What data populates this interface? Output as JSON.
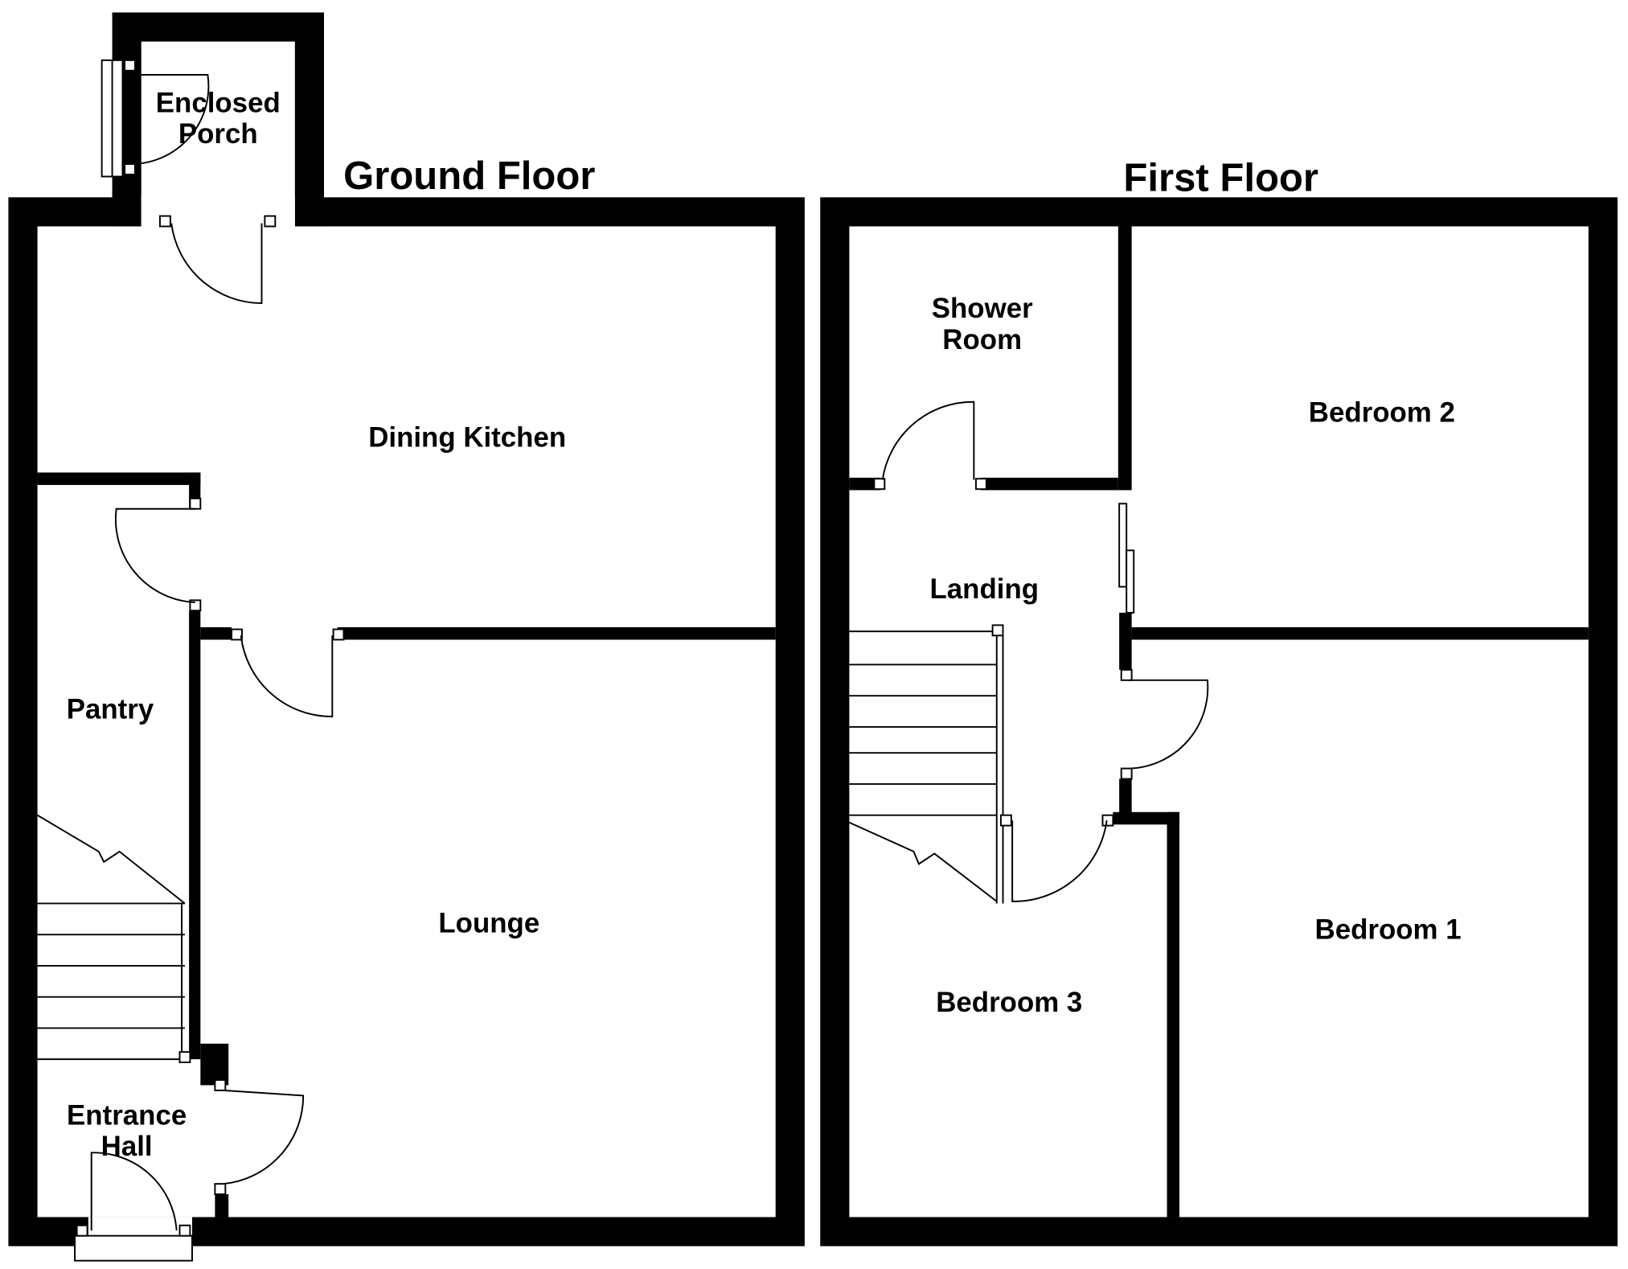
{
  "floors": [
    {
      "title": "Ground Floor",
      "rooms": [
        "Enclosed",
        "Porch",
        "Dining Kitchen",
        "Pantry",
        "Lounge",
        "Entrance",
        "Hall"
      ]
    },
    {
      "title": "First Floor",
      "rooms": [
        "Shower",
        "Room",
        "Bedroom 2",
        "Landing",
        "Bedroom 3",
        "Bedroom 1"
      ]
    }
  ],
  "colors": {
    "wall": "#000000",
    "background": "#ffffff"
  }
}
